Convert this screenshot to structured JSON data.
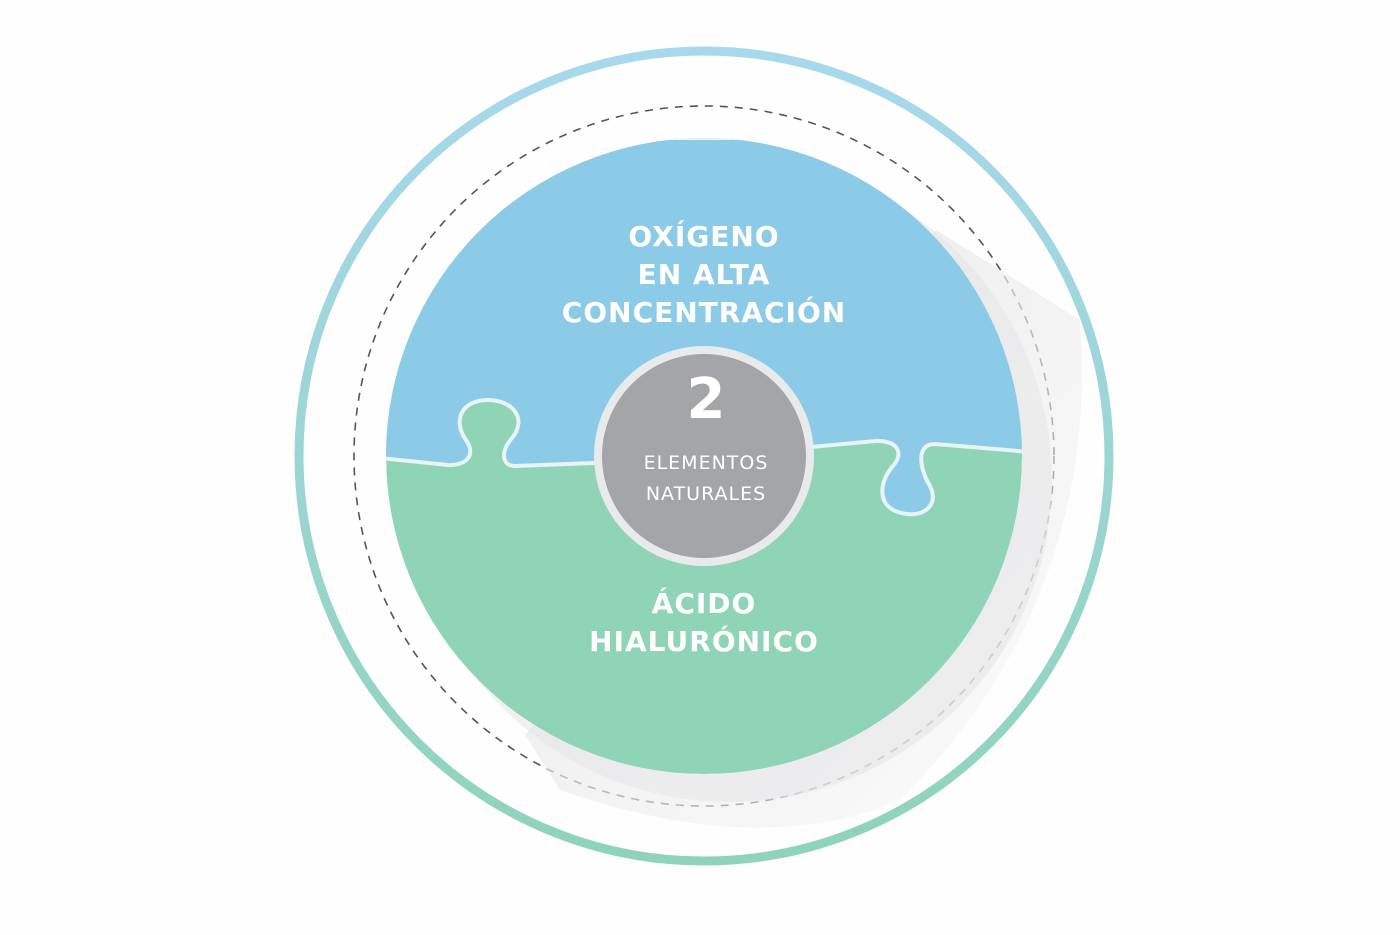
{
  "diagram": {
    "top_piece": {
      "lines": [
        "OXÍGENO",
        "EN ALTA",
        "CONCENTRACIÓN"
      ]
    },
    "bottom_piece": {
      "lines": [
        "ÁCIDO",
        "HIALURÓNICO"
      ]
    },
    "hub": {
      "number": "2",
      "lines": [
        "ELEMENTOS",
        "NATURALES"
      ]
    },
    "colors": {
      "top_piece": "#8ccbe8",
      "bottom_piece": "#8fd4b6",
      "hub": "#a3a5a9",
      "outer_ring_top": "#a8d8ec",
      "outer_ring_bottom": "#8fd3bb",
      "dashed_ring": "#555555",
      "shadow": "#d9d9db"
    }
  }
}
